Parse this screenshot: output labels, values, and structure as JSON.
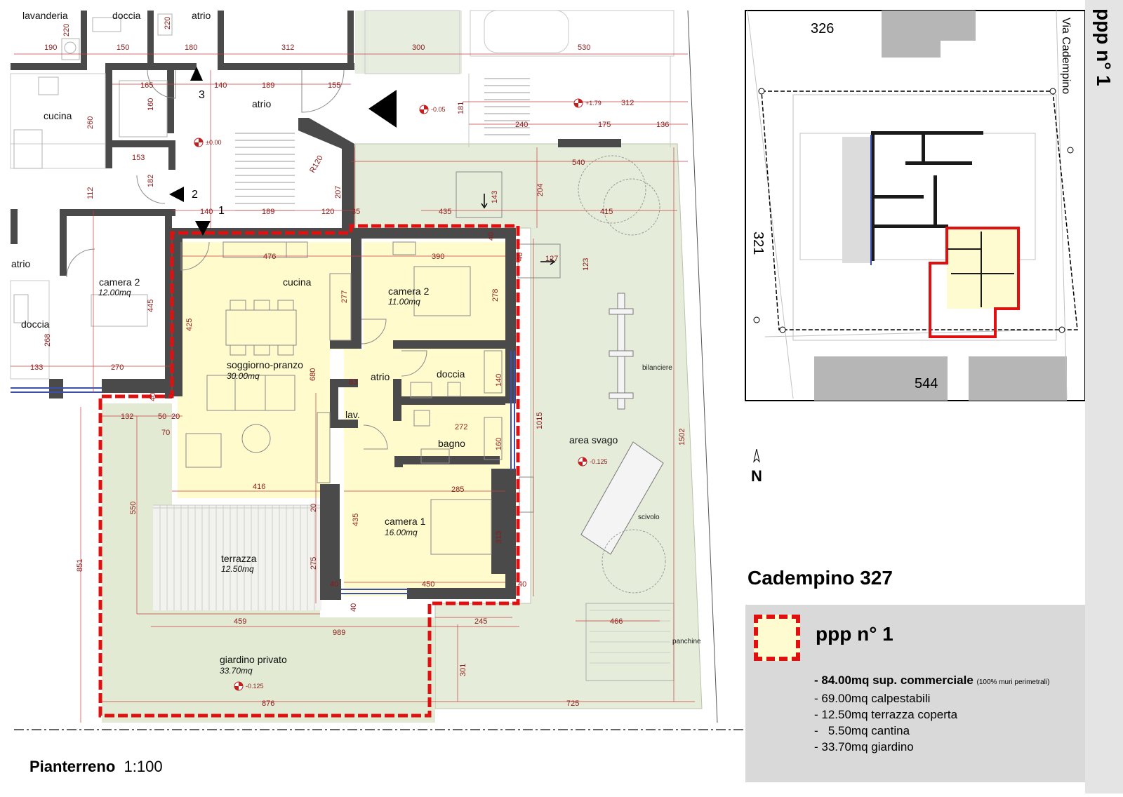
{
  "sheet": {
    "title": "ppp n° 1",
    "building": "Cadempino 327",
    "floor_label": "Pianterreno",
    "scale": "1:100",
    "north": "N"
  },
  "legend": {
    "title": "ppp n° 1",
    "items": [
      {
        "text": "- 84.00mq sup. commerciale",
        "note": "(100% muri perimetrali)"
      },
      {
        "text": "- 69.00mq calpestabili"
      },
      {
        "text": "- 12.50mq terrazza coperta"
      },
      {
        "text": "-   5.50mq cantina"
      },
      {
        "text": "- 33.70mq giardino"
      }
    ]
  },
  "site_plan": {
    "parcels": [
      "326",
      "321",
      "544"
    ],
    "street": "Via Cadempino"
  },
  "rooms": {
    "lavanderia": "lavanderia",
    "doccia_top": "doccia",
    "atrio_top": "atrio",
    "cucina_left": "cucina",
    "atrio_mid": "atrio",
    "atrio_left": "atrio",
    "camera2_left": "camera 2",
    "camera2_left_area": "12.00mq",
    "doccia_left": "doccia",
    "cucina": "cucina",
    "soggiorno": "soggiorno-pranzo",
    "soggiorno_area": "30.00mq",
    "camera2": "camera 2",
    "camera2_area": "11.00mq",
    "atrio": "atrio",
    "doccia": "doccia",
    "lav": "lav.",
    "bagno": "bagno",
    "camera1": "camera 1",
    "camera1_area": "16.00mq",
    "terrazza": "terrazza",
    "terrazza_area": "12.50mq",
    "giardino": "giardino privato",
    "giardino_area": "33.70mq",
    "area_svago": "area svago",
    "bilanciere": "bilanciere",
    "scivolo": "scivolo",
    "panchine": "panchine"
  },
  "levels": {
    "entrance": "±0.00",
    "atrio": "-0.05",
    "stairs": "+1.79",
    "svago": "-0.125",
    "giardino": "-0.125"
  },
  "markers": {
    "m1": "1",
    "m2": "2",
    "m3": "3",
    "radius": "R120"
  },
  "dimensions": {
    "d190": "190",
    "d150": "150",
    "d180": "180",
    "d312a": "312",
    "d300": "300",
    "d530": "530",
    "d220a": "220",
    "d220b": "220",
    "d165": "165",
    "d160a": "160",
    "d260": "260",
    "d153": "153",
    "d182": "182",
    "d112": "112",
    "d140a": "140",
    "d189a": "189",
    "d155": "155",
    "d181": "181",
    "d312b": "312",
    "d240": "240",
    "d175": "175",
    "d136": "136",
    "d540": "540",
    "d207": "207",
    "d140b": "140",
    "d189b": "189",
    "d120": "120",
    "d35": "35",
    "d435a": "435",
    "d143": "143",
    "d204": "204",
    "d415": "415",
    "d476": "476",
    "d390": "390",
    "d40a": "40",
    "d40b": "40",
    "d127": "127",
    "d123": "123",
    "d445": "445",
    "d268": "268",
    "d133": "133",
    "d270": "270",
    "d425": "425",
    "d277": "277",
    "d278": "278",
    "d680": "680",
    "d83": "83",
    "d140c": "140",
    "d1015": "1015",
    "d1502": "1502",
    "d40c": "40",
    "d132": "132",
    "d50": "50",
    "d20a": "20",
    "d70": "70",
    "d272": "272",
    "d160b": "160",
    "d550": "550",
    "d416": "416",
    "d20b": "20",
    "d285": "285",
    "d435b": "435",
    "d313": "313",
    "d851": "851",
    "d275": "275",
    "d40d": "40",
    "d450": "450",
    "d40e": "40",
    "d40f": "40",
    "d459": "459",
    "d245": "245",
    "d989": "989",
    "d466": "466",
    "d301": "301",
    "d876": "876",
    "d725": "725"
  }
}
